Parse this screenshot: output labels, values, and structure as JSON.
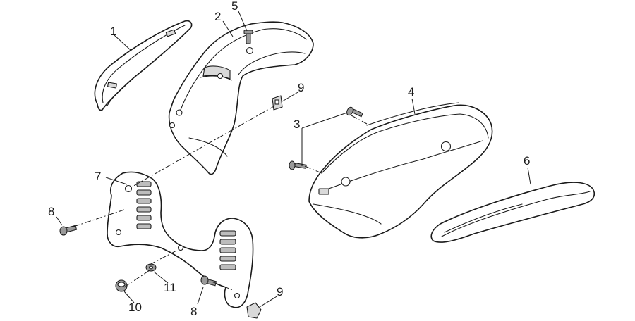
{
  "diagram": {
    "callouts": [
      {
        "id": "c1",
        "label": "1"
      },
      {
        "id": "c2",
        "label": "2"
      },
      {
        "id": "c3",
        "label": "3"
      },
      {
        "id": "c4",
        "label": "4"
      },
      {
        "id": "c5",
        "label": "5"
      },
      {
        "id": "c6",
        "label": "6"
      },
      {
        "id": "c7",
        "label": "7"
      },
      {
        "id": "c8a",
        "label": "8"
      },
      {
        "id": "c8b",
        "label": "8"
      },
      {
        "id": "c9a",
        "label": "9"
      },
      {
        "id": "c9b",
        "label": "9"
      },
      {
        "id": "c10",
        "label": "10"
      },
      {
        "id": "c11",
        "label": "11"
      }
    ]
  }
}
